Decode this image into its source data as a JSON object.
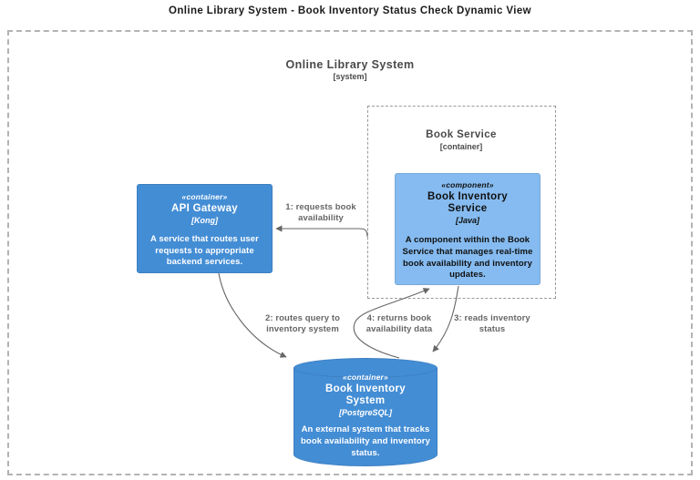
{
  "title": "Online Library System - Book Inventory Status Check Dynamic View",
  "system_boundary": {
    "name": "Online Library System",
    "type_label": "[system]"
  },
  "container_boundary": {
    "name": "Book Service",
    "type_label": "[container]"
  },
  "nodes": {
    "api_gateway": {
      "stereotype": "«container»",
      "name": "API Gateway",
      "technology": "[Kong]",
      "description": "A service that routes user requests to appropriate backend services."
    },
    "book_inventory_service": {
      "stereotype": "«component»",
      "name": "Book Inventory Service",
      "technology": "[Java]",
      "description": "A component within the Book Service that manages real-time book availability and inventory updates."
    },
    "book_inventory_system": {
      "stereotype": "«container»",
      "name": "Book Inventory System",
      "technology": "[PostgreSQL]",
      "description": "An external system that tracks book availability and inventory status."
    }
  },
  "relationships": [
    {
      "label": "1: requests book availability",
      "from": "Book Inventory Service",
      "to": "API Gateway"
    },
    {
      "label": "2: routes query to inventory system",
      "from": "API Gateway",
      "to": "Book Inventory System"
    },
    {
      "label": "3: reads inventory status",
      "from": "Book Inventory Service",
      "to": "Book Inventory System"
    },
    {
      "label": "4: returns book availability data",
      "from": "Book Inventory System",
      "to": "Book Inventory Service"
    }
  ],
  "colors": {
    "container_fill": "#438DD5",
    "container_stroke": "#3C7FC0",
    "component_fill": "#85BBF0",
    "component_stroke": "#78A8D8",
    "arrow_color": "#666666",
    "boundary_color": "#B3B3B3"
  }
}
